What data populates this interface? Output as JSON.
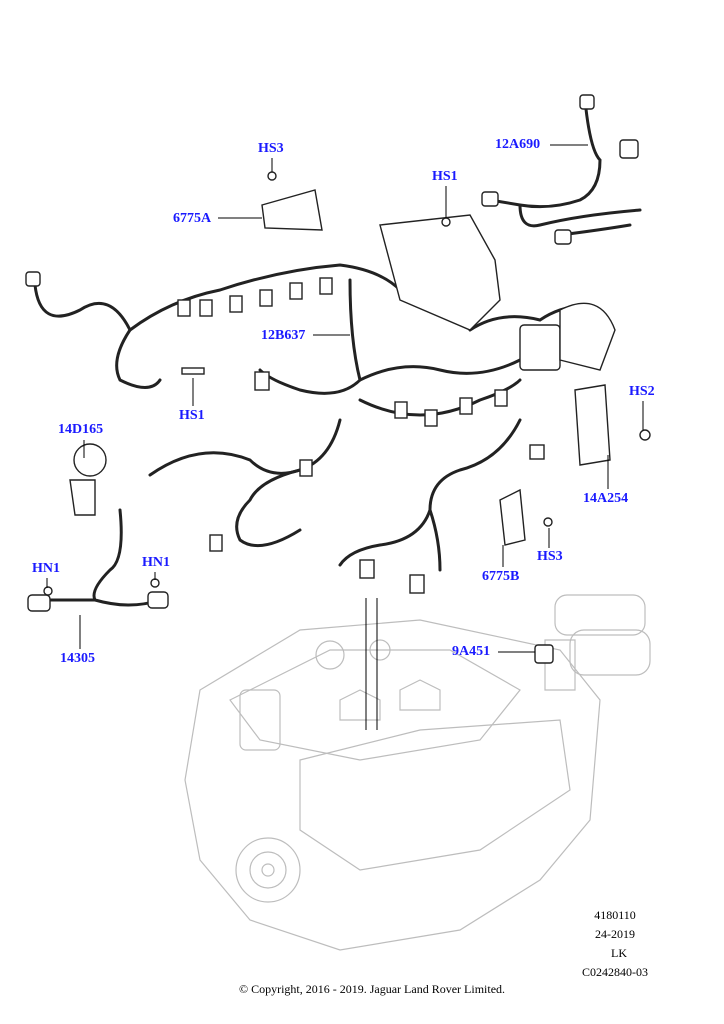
{
  "callouts": [
    {
      "id": "hs3-top",
      "text": "HS3"
    },
    {
      "id": "6775a",
      "text": "6775A"
    },
    {
      "id": "hs1-top",
      "text": "HS1"
    },
    {
      "id": "12a690",
      "text": "12A690"
    },
    {
      "id": "12b637",
      "text": "12B637"
    },
    {
      "id": "hs1-left",
      "text": "HS1"
    },
    {
      "id": "14d165",
      "text": "14D165"
    },
    {
      "id": "hs2",
      "text": "HS2"
    },
    {
      "id": "14a254",
      "text": "14A254"
    },
    {
      "id": "hn1-left",
      "text": "HN1"
    },
    {
      "id": "hn1-right",
      "text": "HN1"
    },
    {
      "id": "6775b",
      "text": "6775B"
    },
    {
      "id": "hs3-right",
      "text": "HS3"
    },
    {
      "id": "14305",
      "text": "14305"
    },
    {
      "id": "9a451",
      "text": "9A451"
    }
  ],
  "reference": {
    "illustration_number": "4180110",
    "date_code": "24-2019",
    "initials": "LK",
    "code": "C0242840-03"
  },
  "copyright": "© Copyright, 2016 - 2019. Jaguar Land Rover Limited.",
  "colors": {
    "callout": "#1a1aff",
    "line": "#222222",
    "engine": "#b8b8b8"
  }
}
